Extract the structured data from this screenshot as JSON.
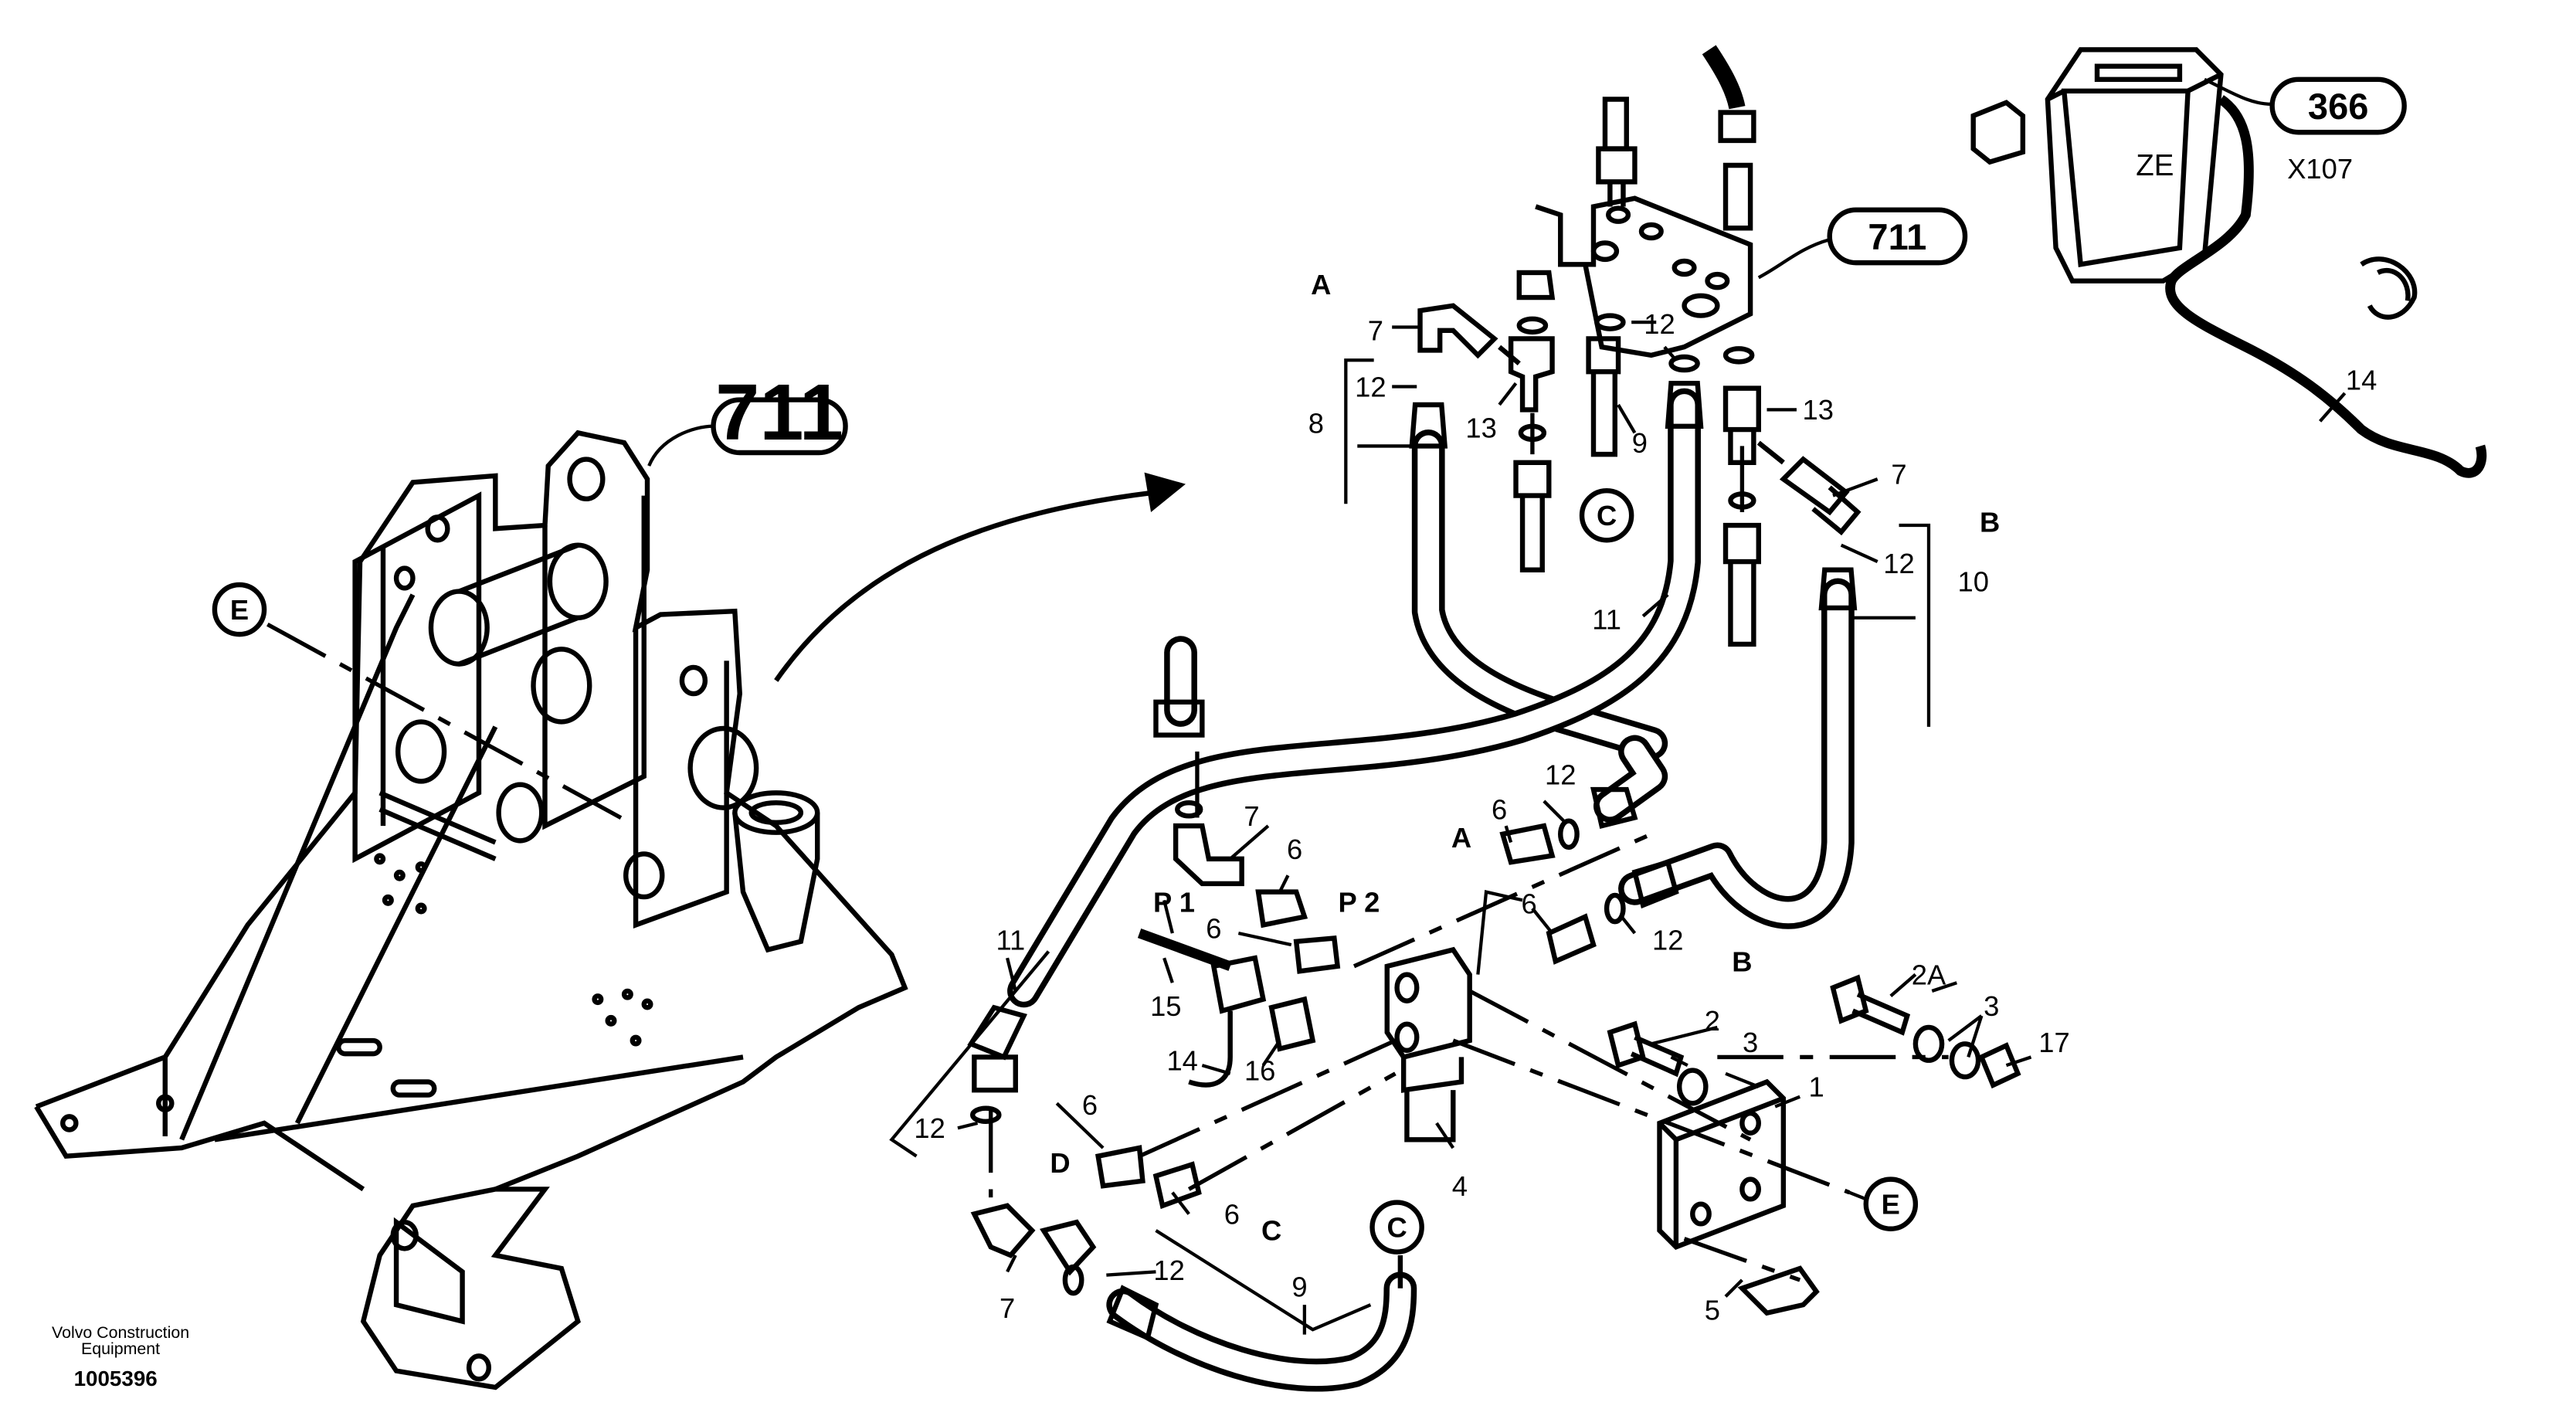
{
  "refs": {
    "frame": "711",
    "bracket": "711",
    "ecu": "366"
  },
  "ecu": {
    "label": "ZE",
    "connector": "X107"
  },
  "circles": {
    "e_frame": "E",
    "e_plate": "E",
    "c_top": "C",
    "c_bottom": "C"
  },
  "letters": {
    "a_top": "A",
    "b_right": "B",
    "a_mid": "A",
    "b_mid": "B",
    "c_mid": "C",
    "d_left": "D",
    "p1": "P 1",
    "p2": "P 2"
  },
  "numbers": {
    "n7_top": "7",
    "n12_topleft": "12",
    "n8": "8",
    "n13_left": "13",
    "n12_topmid": "12",
    "n9_top": "9",
    "n11_top": "11",
    "n13_right": "13",
    "n7_right": "7",
    "n12_right": "12",
    "n10": "10",
    "n14_wire": "14",
    "n12_mid": "12",
    "n6_mid_a": "6",
    "n6_mid_b": "6",
    "n12_mid_b": "12",
    "n7_mid": "7",
    "n6_p2": "6",
    "n6_p1": "6",
    "n15": "15",
    "n14_conn": "14",
    "n16": "16",
    "n11_left": "11",
    "n12_left": "12",
    "n6_d": "6",
    "n6_c": "6",
    "n4": "4",
    "n7_bottom": "7",
    "n12_bottom": "12",
    "n9_bottom": "9",
    "n2": "2",
    "n3_left": "3",
    "n1": "1",
    "n2a": "2A",
    "n3_right": "3",
    "n17": "17",
    "n5": "5"
  },
  "footer": {
    "brand_line1": "Volvo Construction",
    "brand_line2": "Equipment",
    "code": "1005396"
  }
}
